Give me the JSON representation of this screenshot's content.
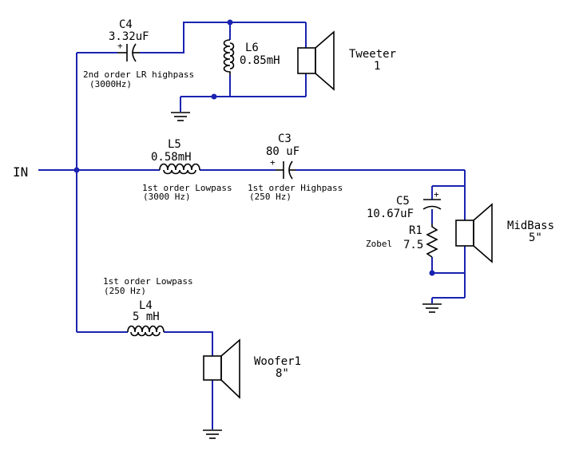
{
  "input_label": "IN",
  "components": {
    "c4": {
      "name": "C4",
      "value": "3.32uF",
      "polarity": "+"
    },
    "l6": {
      "name": "L6",
      "value": "0.85mH"
    },
    "tweeter": {
      "name": "Tweeter",
      "sub": "1"
    },
    "hp2_note": {
      "line1": "2nd order LR highpass",
      "line2": "(3000Hz)"
    },
    "l5": {
      "name": "L5",
      "value": "0.58mH"
    },
    "c3": {
      "name": "C3",
      "value": "80 uF",
      "polarity": "+"
    },
    "lp1_note": {
      "line1": "1st order Lowpass",
      "line2": "(3000 Hz)"
    },
    "hp1_note": {
      "line1": "1st order Highpass",
      "line2": "(250 Hz)"
    },
    "c5": {
      "name": "C5",
      "value": "10.67uF",
      "polarity": "+"
    },
    "r1": {
      "name": "R1",
      "value": "7.5",
      "note": "Zobel"
    },
    "midbass": {
      "name": "MidBass",
      "sub": "5\""
    },
    "lp2_note": {
      "line1": "1st order Lowpass",
      "line2": "(250 Hz)"
    },
    "l4": {
      "name": "L4",
      "value": "5 mH"
    },
    "woofer": {
      "name": "Woofer1",
      "sub": "8\""
    }
  },
  "colors": {
    "wire": "#1a23b0",
    "symbol": "#000000",
    "background": "#ffffff"
  }
}
